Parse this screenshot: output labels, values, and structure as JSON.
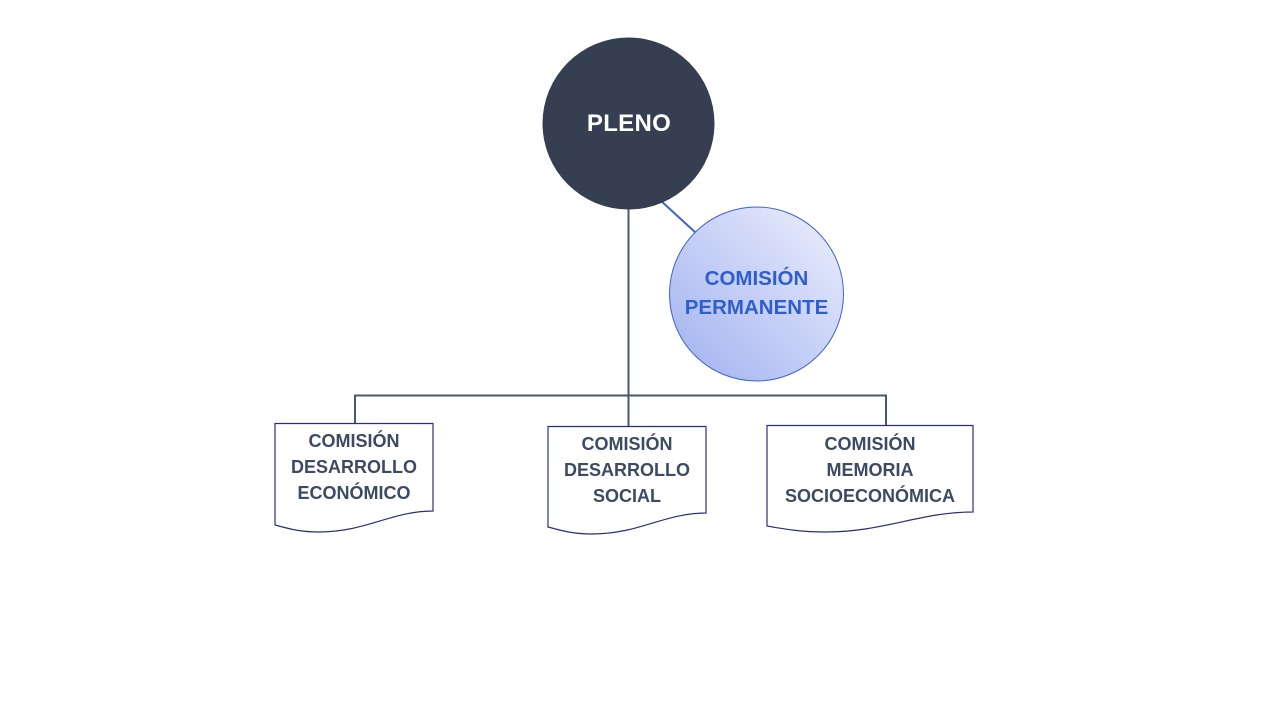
{
  "diagram": {
    "root": {
      "label": "PLENO",
      "fill": "#353f51"
    },
    "side_node": {
      "label": "COMISIÓN\nPERMANENTE",
      "text_color": "#2f5fce",
      "gradient_from": "#9fb0f0",
      "gradient_to": "#eef0fc",
      "border_color": "#3f62d1"
    },
    "children": [
      {
        "label": "COMISIÓN\nDESARROLLO\nECONÓMICO"
      },
      {
        "label": "COMISIÓN\nDESARROLLO\nSOCIAL"
      },
      {
        "label": "COMISIÓN\nMEMORIA\nSOCIOECONÓMICA"
      }
    ],
    "connector_color": "#4a5770",
    "document_border_color": "#2b2f7a",
    "text_color": "#3c4a63"
  }
}
